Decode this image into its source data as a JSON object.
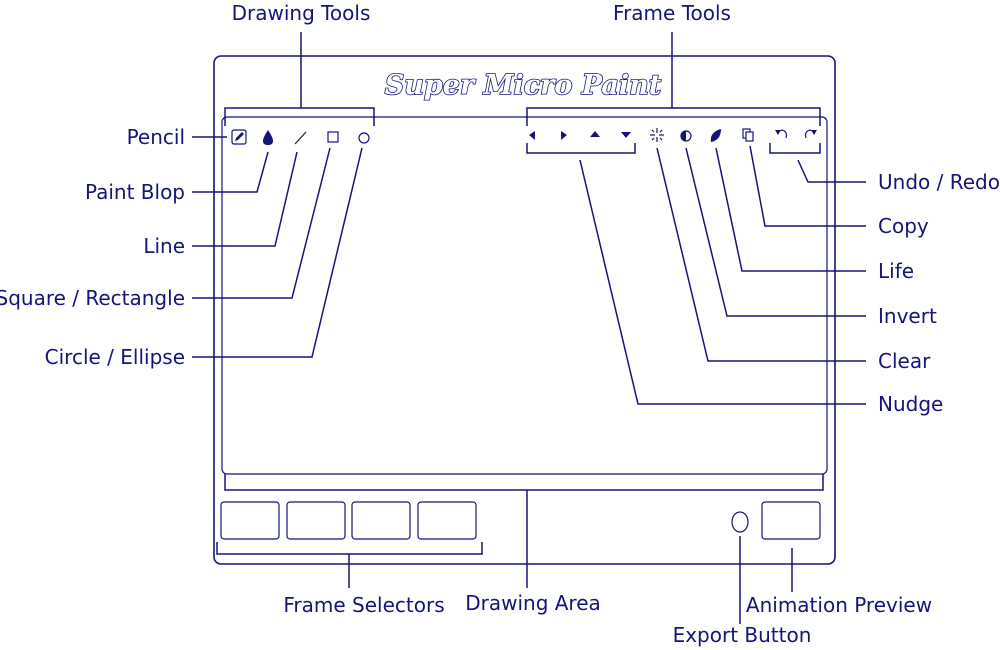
{
  "app": {
    "title": "Super Micro Paint"
  },
  "groups": {
    "drawing_tools": "Drawing Tools",
    "frame_tools": "Frame Tools"
  },
  "labels": {
    "pencil": "Pencil",
    "paint_blop": "Paint Blop",
    "line": "Line",
    "square_rectangle": "Square / Rectangle",
    "circle_ellipse": "Circle / Ellipse",
    "undo_redo": "Undo / Redo",
    "copy": "Copy",
    "life": "Life",
    "invert": "Invert",
    "clear": "Clear",
    "nudge": "Nudge",
    "frame_selectors": "Frame Selectors",
    "drawing_area": "Drawing Area",
    "export_button": "Export Button",
    "animation_preview": "Animation Preview"
  },
  "colors": {
    "ink": "#14147a",
    "background": "#ffffff"
  },
  "icons": {
    "drawing_tools": [
      "pencil-icon",
      "paint-blop-icon",
      "line-icon",
      "square-icon",
      "circle-icon"
    ],
    "frame_tools": [
      "nudge-left-icon",
      "nudge-right-icon",
      "nudge-up-icon",
      "nudge-down-icon",
      "clear-icon",
      "invert-icon",
      "life-icon",
      "copy-icon",
      "undo-icon",
      "redo-icon"
    ]
  },
  "frame_selector_count": 4
}
